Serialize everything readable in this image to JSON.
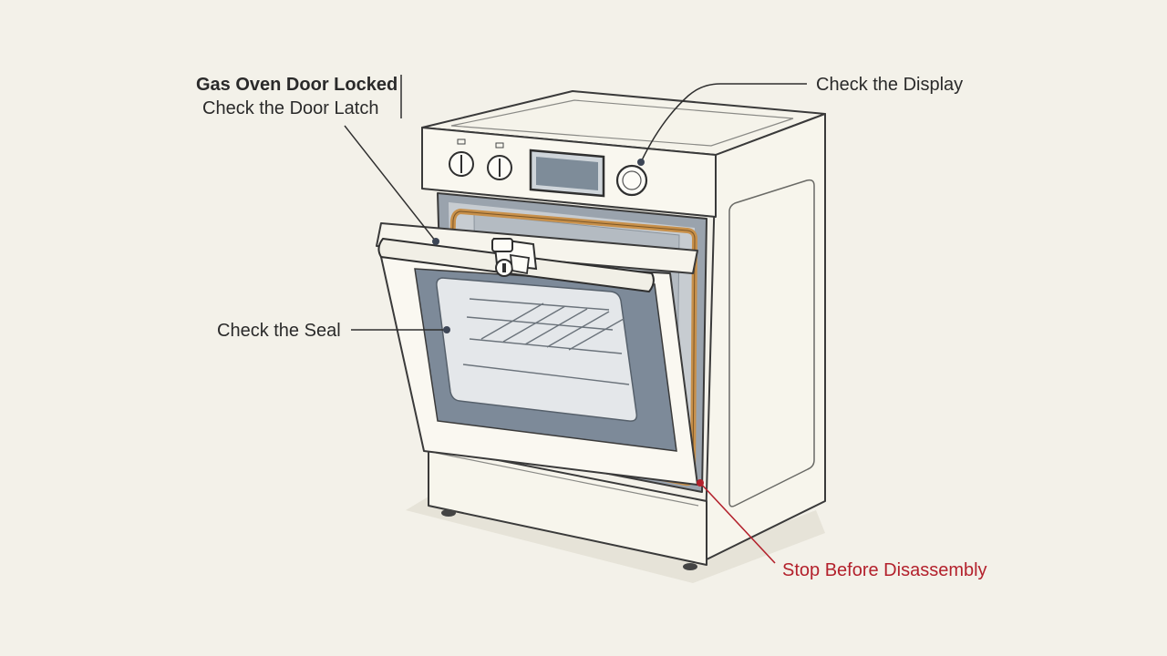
{
  "labels": {
    "door_locked_title": "Gas Oven Door Locked",
    "door_latch": "Check the Door Latch",
    "display": "Check the Display",
    "seal": "Check the Seal",
    "stop": "Stop Before Disassembly"
  },
  "colors": {
    "background": "#f3f1e9",
    "line": "#3a3a3a",
    "oven_body": "#f8f6ee",
    "glass_frame": "#7d8a99",
    "glass": "#e4e7ea",
    "gasket": "#c8904a",
    "warning": "#b3212c",
    "callout_dot": "#3d4656"
  },
  "icons": [
    "latch-icon",
    "control-knob-icon",
    "display-panel-icon"
  ]
}
